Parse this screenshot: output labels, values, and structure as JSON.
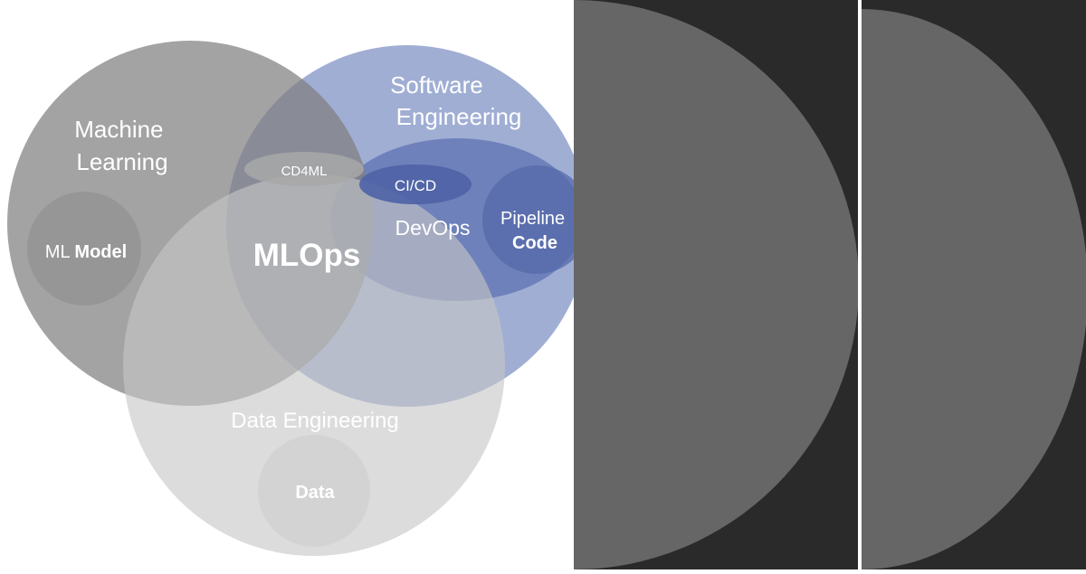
{
  "diagram": {
    "machine_learning": "Machine\nLearning",
    "ml_model_prefix": "ML ",
    "ml_model_bold": "Model",
    "software_engineering": "Software\nEngineering",
    "cd4ml": "CD4ML",
    "cicd": "CI/CD",
    "devops": "DevOps",
    "pipeline_line1": "Pipeline",
    "pipeline_line2": "Code",
    "mlops": "MLOps",
    "data_engineering": "Data Engineering",
    "data": "Data"
  },
  "colors": {
    "machine_learning": "#8a8a8a",
    "software_engineering": "#7b8fc4",
    "devops": "#5d72b2",
    "data_engineering": "#cfcfcf",
    "right_panel_background": "#2a2a2a",
    "right_panel_shapes": "#666666"
  }
}
